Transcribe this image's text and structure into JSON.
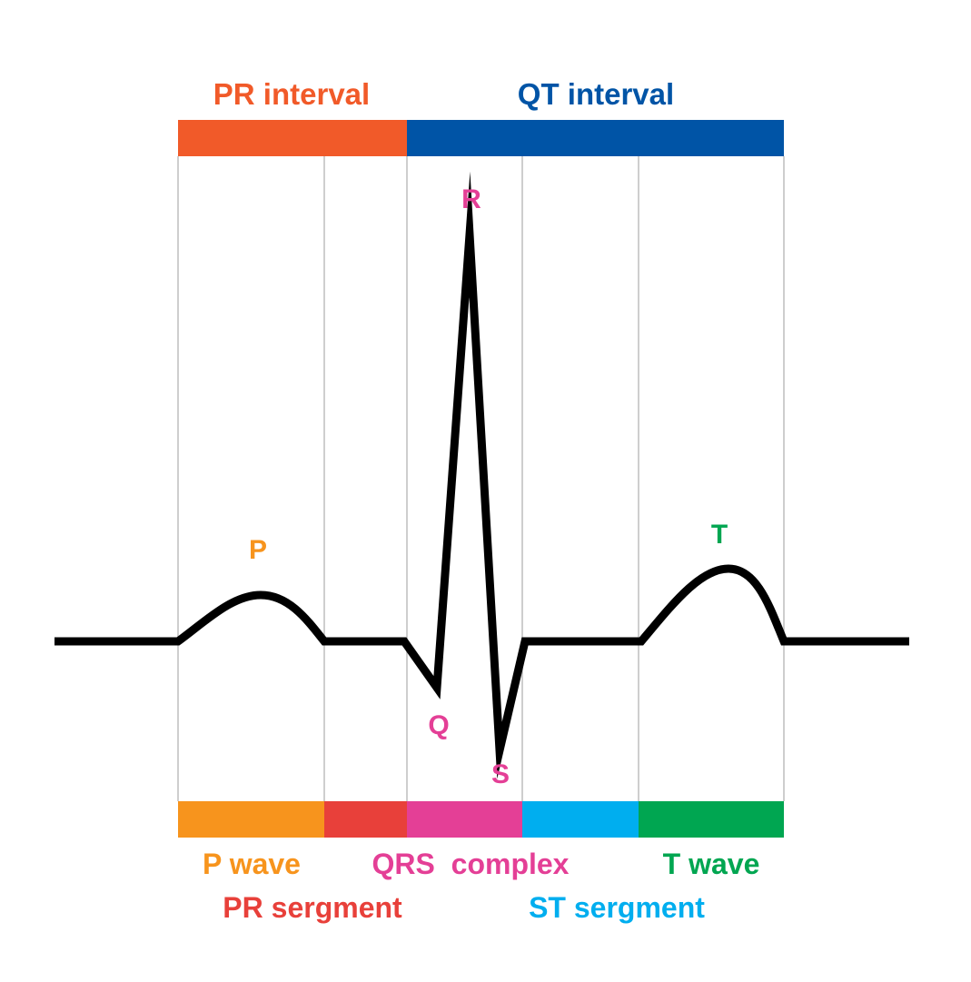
{
  "colors": {
    "pr_interval": "#F15A29",
    "qt_interval": "#0054A6",
    "p_wave": "#F7941D",
    "pr_segment": "#E8403A",
    "qrs_complex": "#E43F96",
    "st_segment": "#00AEEF",
    "t_wave": "#00A651",
    "trace": "#000000",
    "divider": "#BDBDBD"
  },
  "intervals": {
    "pr": {
      "label": "PR interval"
    },
    "qt": {
      "label": "QT interval"
    }
  },
  "peaks": {
    "p": "P",
    "q": "Q",
    "r": "R",
    "s": "S",
    "t": "T"
  },
  "segments": {
    "p_wave": "P wave",
    "pr_segment": "PR sergment",
    "qrs_complex": "QRS  complex",
    "st_segment": "ST sergment",
    "t_wave": "T wave"
  }
}
